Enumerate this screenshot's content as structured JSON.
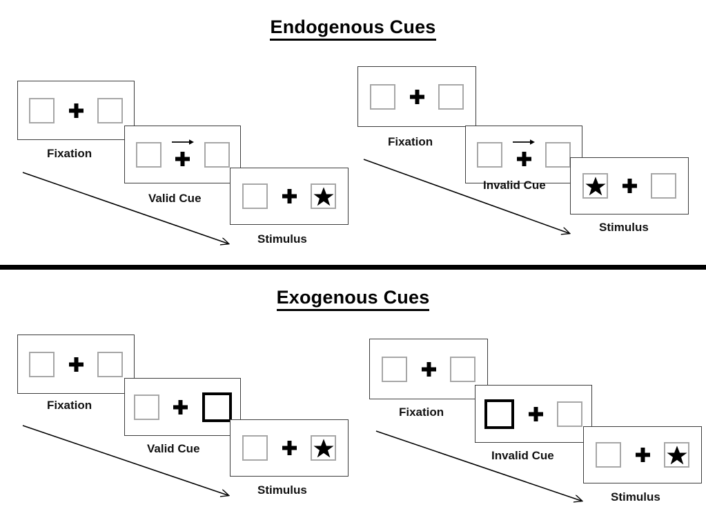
{
  "figure": {
    "sections": [
      {
        "id": "endogenous",
        "title": "Endogenous Cues",
        "sequences": [
          {
            "id": "endo-valid",
            "condition": "valid",
            "panels": [
              {
                "caption": "Fixation",
                "left_box": "empty",
                "right_box": "empty",
                "center": "plus",
                "arrow_cue": "none"
              },
              {
                "caption": "Valid Cue",
                "left_box": "empty",
                "right_box": "empty",
                "center": "plus",
                "arrow_cue": "right"
              },
              {
                "caption": "Stimulus",
                "left_box": "empty",
                "right_box": "star",
                "center": "plus",
                "arrow_cue": "none"
              }
            ]
          },
          {
            "id": "endo-invalid",
            "condition": "invalid",
            "panels": [
              {
                "caption": "Fixation",
                "left_box": "empty",
                "right_box": "empty",
                "center": "plus",
                "arrow_cue": "none"
              },
              {
                "caption": "Invalid Cue",
                "left_box": "empty",
                "right_box": "empty",
                "center": "plus",
                "arrow_cue": "right"
              },
              {
                "caption": "Stimulus",
                "left_box": "star",
                "right_box": "empty",
                "center": "plus",
                "arrow_cue": "none"
              }
            ]
          }
        ]
      },
      {
        "id": "exogenous",
        "title": "Exogenous Cues",
        "sequences": [
          {
            "id": "exo-valid",
            "condition": "valid",
            "panels": [
              {
                "caption": "Fixation",
                "left_box": "empty",
                "right_box": "empty",
                "center": "plus",
                "arrow_cue": "none"
              },
              {
                "caption": "Valid Cue",
                "left_box": "empty",
                "right_box": "cued",
                "center": "plus",
                "arrow_cue": "none"
              },
              {
                "caption": "Stimulus",
                "left_box": "empty",
                "right_box": "star",
                "center": "plus",
                "arrow_cue": "none"
              }
            ]
          },
          {
            "id": "exo-invalid",
            "condition": "invalid",
            "panels": [
              {
                "caption": "Fixation",
                "left_box": "empty",
                "right_box": "empty",
                "center": "plus",
                "arrow_cue": "none"
              },
              {
                "caption": "Invalid Cue",
                "left_box": "cued",
                "right_box": "empty",
                "center": "plus",
                "arrow_cue": "none"
              },
              {
                "caption": "Stimulus",
                "left_box": "empty",
                "right_box": "star",
                "center": "plus",
                "arrow_cue": "none"
              }
            ]
          }
        ]
      }
    ],
    "colors": {
      "background": "#ffffff",
      "panel_border": "#3a3a3a",
      "box_border": "#a6a6a6",
      "cued_box_border": "#000000",
      "stimulus_fill": "#000000",
      "text": "#000000",
      "divider": "#000000"
    }
  }
}
